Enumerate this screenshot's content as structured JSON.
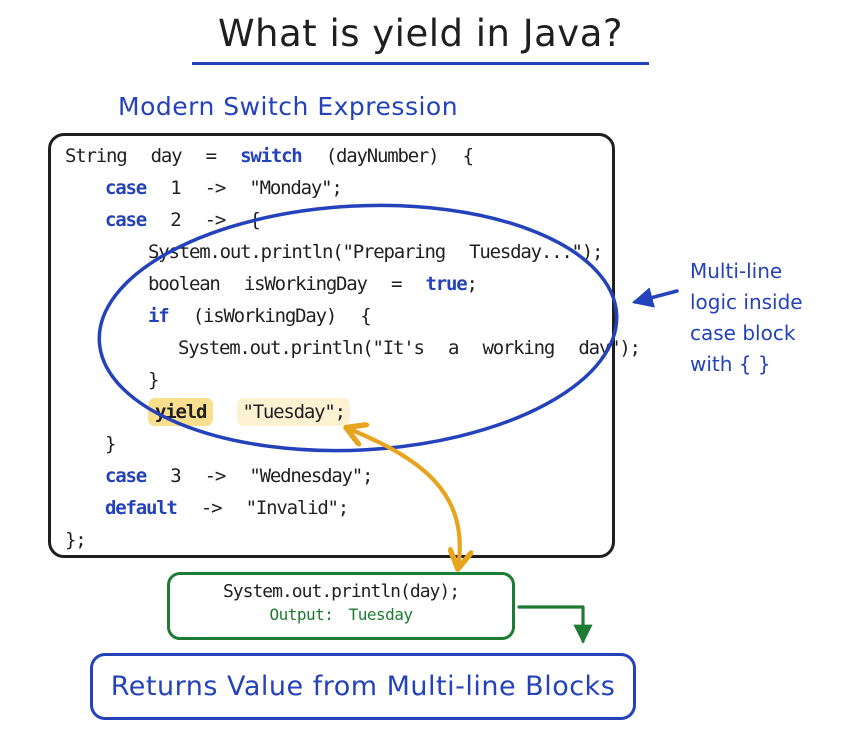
{
  "title": "What is yield in Java?",
  "subtitle": "Modern Switch Expression",
  "colors": {
    "ink": "#1f1f1f",
    "blue": "#2342bb",
    "green": "#1e7b33",
    "orange": "#e7a51f",
    "yield_highlight": "#f9df8d",
    "string_highlight": "#fcf2d2"
  },
  "code_panel": {
    "lines": [
      {
        "indent": 0,
        "tokens": [
          {
            "text": "String day = ",
            "style": "plain"
          },
          {
            "text": "switch",
            "style": "keyword"
          },
          {
            "text": " (dayNumber) {",
            "style": "plain"
          }
        ]
      },
      {
        "indent": 1,
        "tokens": [
          {
            "text": "case",
            "style": "keyword"
          },
          {
            "text": " 1 -> \"Monday\";",
            "style": "plain"
          }
        ]
      },
      {
        "indent": 1,
        "tokens": [
          {
            "text": "case",
            "style": "keyword"
          },
          {
            "text": " 2 -> {",
            "style": "plain"
          }
        ]
      },
      {
        "indent": 2,
        "tokens": [
          {
            "text": "System.out.println(\"Preparing Tuesday...\");",
            "style": "plain"
          }
        ]
      },
      {
        "indent": 2,
        "tokens": [
          {
            "text": "boolean isWorkingDay = ",
            "style": "plain"
          },
          {
            "text": "true",
            "style": "keyword"
          },
          {
            "text": ";",
            "style": "plain"
          }
        ]
      },
      {
        "indent": 2,
        "tokens": [
          {
            "text": "if",
            "style": "keyword"
          },
          {
            "text": " (isWorkingDay) {",
            "style": "plain"
          }
        ]
      },
      {
        "indent": 3,
        "tokens": [
          {
            "text": "System.out.println(\"It's a working day\");",
            "style": "plain"
          }
        ]
      },
      {
        "indent": 2,
        "tokens": [
          {
            "text": "}",
            "style": "plain"
          }
        ]
      },
      {
        "indent": 2,
        "tokens": [
          {
            "text": "yield",
            "style": "yield-highlight"
          },
          {
            "text": " ",
            "style": "plain"
          },
          {
            "text": "\"Tuesday\";",
            "style": "string-highlight"
          }
        ]
      },
      {
        "indent": 1,
        "tokens": [
          {
            "text": "}",
            "style": "plain"
          }
        ]
      },
      {
        "indent": 1,
        "tokens": [
          {
            "text": "case",
            "style": "keyword"
          },
          {
            "text": " 3 -> \"Wednesday\";",
            "style": "plain"
          }
        ]
      },
      {
        "indent": 1,
        "tokens": [
          {
            "text": "default",
            "style": "keyword"
          },
          {
            "text": " -> \"Invalid\";",
            "style": "plain"
          }
        ]
      },
      {
        "indent": 0,
        "tokens": [
          {
            "text": "};",
            "style": "plain"
          }
        ]
      }
    ]
  },
  "side_note": {
    "lines": [
      "Multi-line",
      "logic inside",
      "case block",
      "with { }"
    ]
  },
  "output_box": {
    "code": "System.out.println(day);",
    "output": "Output: Tuesday"
  },
  "result_box": {
    "label": "Returns Value from Multi-line Blocks"
  }
}
